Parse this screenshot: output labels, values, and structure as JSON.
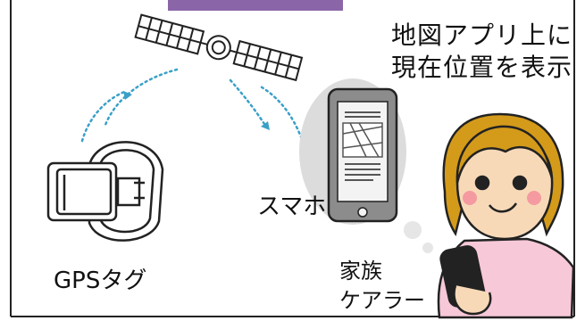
{
  "caption": {
    "line1": "地図アプリ上に",
    "line2": "現在位置を表示"
  },
  "labels": {
    "smartphone": "スマホ",
    "gps_tag": "GPSタグ",
    "family_line1": "家族",
    "family_line2": "ケアラー"
  },
  "colors": {
    "header_bar": "#8a66a8",
    "signal_dots": "#3aa0c8",
    "phone_halo": "#dcdcdc",
    "phone_body": "#8c8c8c",
    "screen": "#f3f3f3",
    "hair": "#d49a1a",
    "face": "#f7d9b8",
    "shirt": "#f7c8d8",
    "outline": "#222222"
  },
  "icons": [
    "satellite-icon",
    "gps-tag-icon",
    "smartphone-icon",
    "caregiver-woman-icon",
    "thought-bubble-icon"
  ]
}
